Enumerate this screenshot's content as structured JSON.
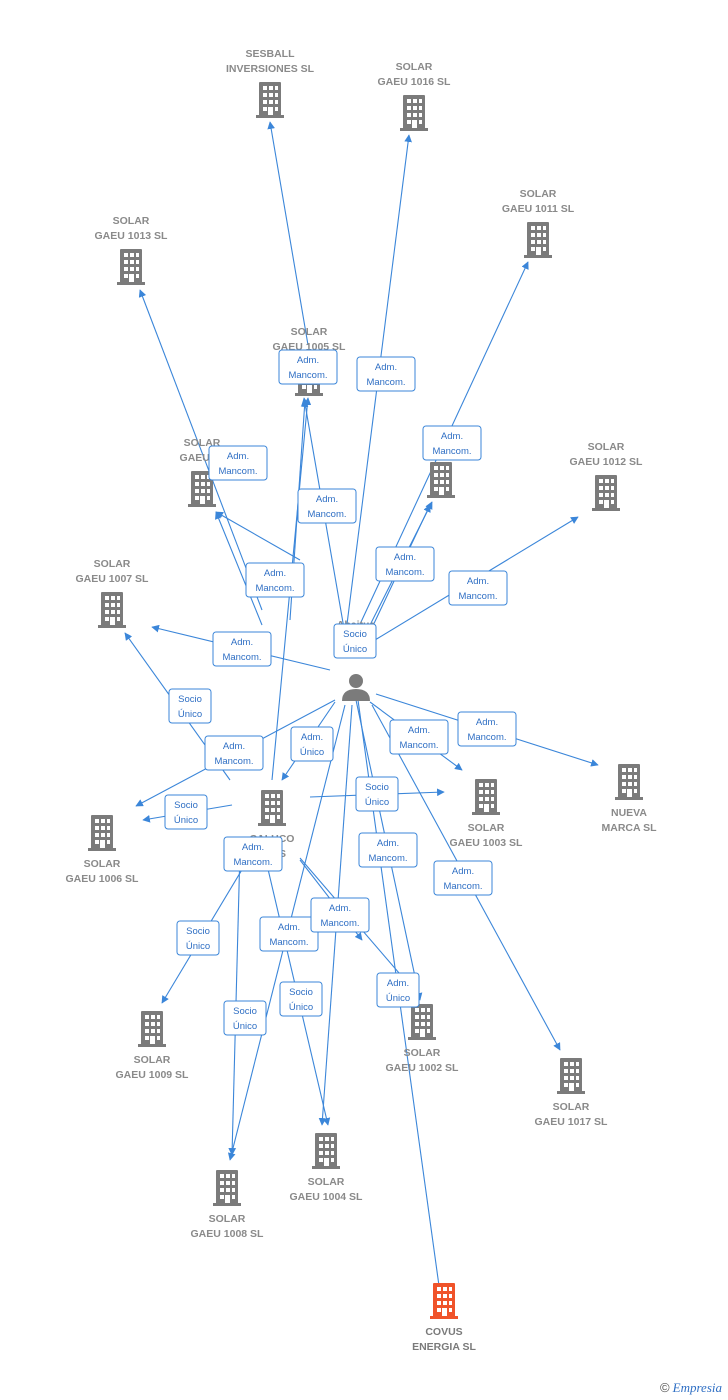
{
  "colors": {
    "edge": "#3b86d9",
    "node": "#7b7b7b",
    "highlight": "#f0532a",
    "person": "#7b7b7b"
  },
  "center_person_label": "Abeitua",
  "nodes": [
    {
      "id": "sesball",
      "lines": [
        "SESBALL",
        "INVERSIONES SL"
      ],
      "icon": "building-icon"
    },
    {
      "id": "g1016",
      "lines": [
        "SOLAR",
        "GAEU 1016  SL"
      ],
      "icon": "building-icon"
    },
    {
      "id": "g1011",
      "lines": [
        "SOLAR",
        "GAEU 1011  SL"
      ],
      "icon": "building-icon"
    },
    {
      "id": "g1013",
      "lines": [
        "SOLAR",
        "GAEU 1013  SL"
      ],
      "icon": "building-icon"
    },
    {
      "id": "g1005",
      "lines": [
        "SOLAR",
        "GAEU 1005  SL"
      ],
      "icon": "building-icon"
    },
    {
      "id": "g10xx",
      "lines": [
        "SOLAR",
        "GAEU 10"
      ],
      "icon": "building-icon"
    },
    {
      "id": "gae",
      "lines": [
        "GAE"
      ],
      "icon": "building-icon"
    },
    {
      "id": "g1012",
      "lines": [
        "SOLAR",
        "GAEU 1012  SL"
      ],
      "icon": "building-icon"
    },
    {
      "id": "g1007",
      "lines": [
        "SOLAR",
        "GAEU 1007  SL"
      ],
      "icon": "building-icon"
    },
    {
      "id": "nueva",
      "lines": [
        "NUEVA",
        "MARCA  SL"
      ],
      "icon": "building-icon"
    },
    {
      "id": "g1003",
      "lines": [
        "SOLAR",
        "GAEU 1003  SL"
      ],
      "icon": "building-icon"
    },
    {
      "id": "caluco",
      "lines": [
        "CALUCO",
        "ENTS"
      ],
      "icon": "building-icon"
    },
    {
      "id": "g1006",
      "lines": [
        "SOLAR",
        "GAEU 1006  SL"
      ],
      "icon": "building-icon"
    },
    {
      "id": "g1009",
      "lines": [
        "SOLAR",
        "GAEU 1009  SL"
      ],
      "icon": "building-icon"
    },
    {
      "id": "g1002",
      "lines": [
        "SOLAR",
        "GAEU 1002  SL"
      ],
      "icon": "building-icon"
    },
    {
      "id": "g1017",
      "lines": [
        "SOLAR",
        "GAEU 1017  SL"
      ],
      "icon": "building-icon"
    },
    {
      "id": "g1004",
      "lines": [
        "SOLAR",
        "GAEU 1004  SL"
      ],
      "icon": "building-icon"
    },
    {
      "id": "g1008",
      "lines": [
        "SOLAR",
        "GAEU 1008  SL"
      ],
      "icon": "building-icon"
    },
    {
      "id": "covus",
      "lines": [
        "COVUS",
        "ENERGIA  SL"
      ],
      "icon": "building-icon",
      "highlight": true
    }
  ],
  "edge_labels": [
    {
      "lines": [
        "Adm.",
        "Mancom."
      ]
    },
    {
      "lines": [
        "Adm.",
        "Mancom."
      ]
    },
    {
      "lines": [
        "Adm.",
        "Mancom."
      ]
    },
    {
      "lines": [
        "Adm.",
        "Mancom."
      ]
    },
    {
      "lines": [
        "Adm.",
        "Mancom."
      ]
    },
    {
      "lines": [
        "Adm.",
        "Mancom."
      ]
    },
    {
      "lines": [
        "Adm.",
        "Mancom."
      ]
    },
    {
      "lines": [
        "Socio",
        "Único"
      ]
    },
    {
      "lines": [
        "Adm.",
        "Mancom."
      ]
    },
    {
      "lines": [
        "Adm.",
        "Mancom."
      ]
    },
    {
      "lines": [
        "Socio",
        "Único"
      ]
    },
    {
      "lines": [
        "Adm.",
        "Mancom."
      ]
    },
    {
      "lines": [
        "Adm.",
        "Único"
      ]
    },
    {
      "lines": [
        "Adm.",
        "Mancom."
      ]
    },
    {
      "lines": [
        "Adm.",
        "Mancom."
      ]
    },
    {
      "lines": [
        "Socio",
        "Único"
      ]
    },
    {
      "lines": [
        "Socio",
        "Único"
      ]
    },
    {
      "lines": [
        "Adm.",
        "Mancom."
      ]
    },
    {
      "lines": [
        "Adm.",
        "Mancom."
      ]
    },
    {
      "lines": [
        "Adm.",
        "Mancom."
      ]
    },
    {
      "lines": [
        "Socio",
        "Único"
      ]
    },
    {
      "lines": [
        "Adm.",
        "Mancom."
      ]
    },
    {
      "lines": [
        "Adm.",
        "Mancom."
      ]
    },
    {
      "lines": [
        "Socio",
        "Único"
      ]
    },
    {
      "lines": [
        "Socio",
        "Único"
      ]
    },
    {
      "lines": [
        "Adm.",
        "Único"
      ]
    }
  ],
  "brand": {
    "copyright": "©",
    "name": "Empresia"
  }
}
